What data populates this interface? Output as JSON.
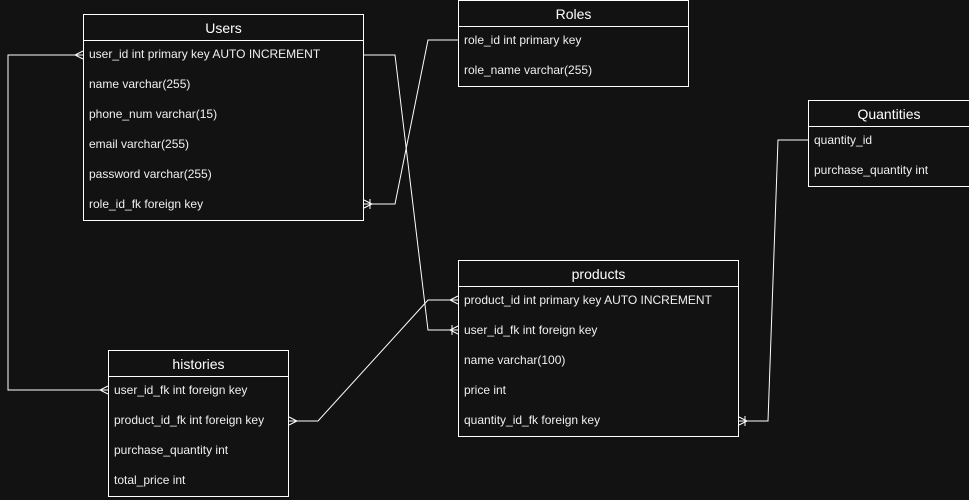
{
  "diagram": {
    "line_color": "#ffffff",
    "background": "#121212",
    "entities": {
      "users": {
        "title": "Users",
        "fields": [
          "user_id int primary key AUTO INCREMENT",
          "name varchar(255)",
          "phone_num varchar(15)",
          "email varchar(255)",
          "password varchar(255)",
          "role_id_fk foreign key"
        ]
      },
      "roles": {
        "title": "Roles",
        "fields": [
          "role_id int primary key",
          "role_name varchar(255)"
        ]
      },
      "quantities": {
        "title": "Quantities",
        "fields": [
          "quantity_id",
          "purchase_quantity int"
        ]
      },
      "products": {
        "title": "products",
        "fields": [
          "product_id int primary key AUTO INCREMENT",
          "user_id_fk int foreign key",
          "name varchar(100)",
          "price int",
          "quantity_id_fk foreign key"
        ]
      },
      "histories": {
        "title": "histories",
        "fields": [
          "user_id_fk int foreign key",
          "product_id_fk int foreign key",
          "purchase_quantity int",
          "total_price int"
        ]
      }
    },
    "relationships": [
      {
        "from": "roles.role_id",
        "to": "users.role_id_fk",
        "cardinality": "one-to-many"
      },
      {
        "from": "users.user_id",
        "to": "products.user_id_fk",
        "cardinality": "one-to-many"
      },
      {
        "from": "users.user_id",
        "to": "histories.user_id_fk",
        "cardinality": "many-to-many"
      },
      {
        "from": "products.product_id",
        "to": "histories.product_id_fk",
        "cardinality": "many-to-many"
      },
      {
        "from": "quantities.quantity_id",
        "to": "products.quantity_id_fk",
        "cardinality": "one-to-many"
      }
    ]
  }
}
